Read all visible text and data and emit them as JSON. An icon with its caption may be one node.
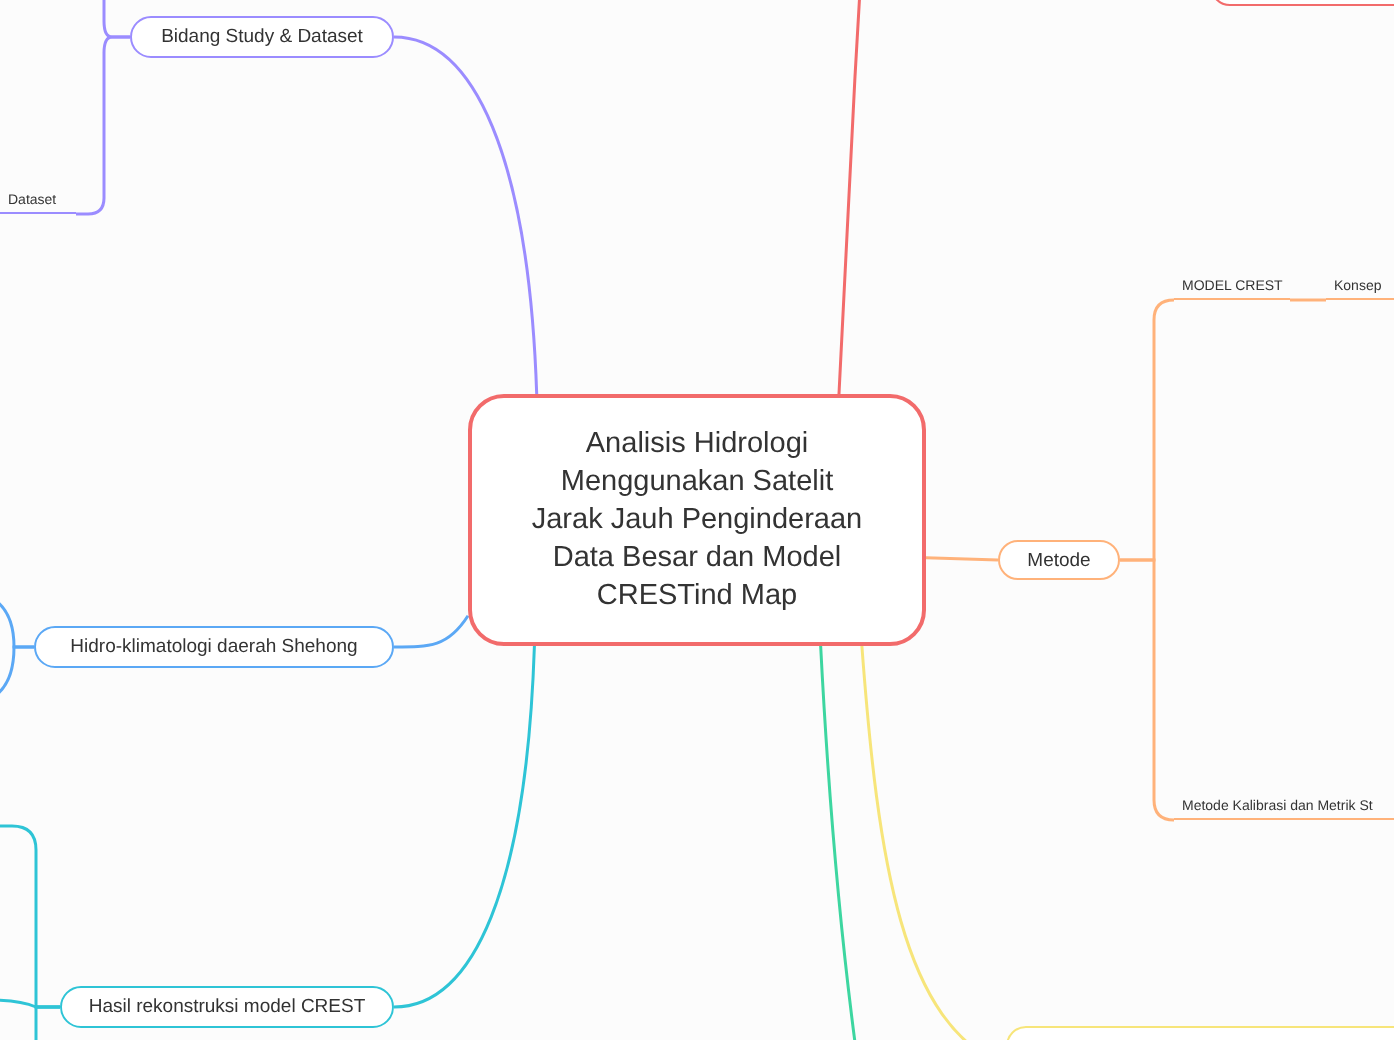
{
  "diagram": {
    "nodes": [
      {
        "text": [
          "Analisis Hidrologi Menggunakan Satelit Jarak Jauh Penginderaan Data Besar dan Model CRESTind Map"
        ]
      },
      {
        "text": [
          "Bidang Study & Dataset"
        ]
      },
      {
        "text": [
          "Dataset"
        ]
      },
      {
        "text": [
          "Hidro-klimatologi daerah Shehong"
        ]
      },
      {
        "text": [
          "Hasil rekonstruksi model CREST"
        ]
      },
      {
        "text": [
          "Metode"
        ]
      },
      {
        "text": [
          "MODEL CREST"
        ]
      },
      {
        "text": [
          "Konsep"
        ]
      },
      {
        "text": [
          "Metode Kalibrasi dan Metrik St"
        ]
      },
      {
        "text": [],
        "shape": "box"
      },
      {
        "text": [],
        "shape": "box"
      }
    ],
    "edges": [
      {
        "from": 0,
        "to": 1,
        "arrow": "none",
        "color": "#9b8cff"
      },
      {
        "from": 1,
        "to": 2,
        "arrow": "none",
        "color": "#9b8cff"
      },
      {
        "from": 0,
        "to": 3,
        "arrow": "none",
        "color": "#5ba8f5"
      },
      {
        "from": 0,
        "to": 4,
        "arrow": "none",
        "color": "#2ec4d6"
      },
      {
        "from": 0,
        "to": 5,
        "arrow": "none",
        "color": "#ffb27a"
      },
      {
        "from": 5,
        "to": 6,
        "arrow": "none",
        "color": "#ffb27a"
      },
      {
        "from": 5,
        "to": 8,
        "arrow": "none",
        "color": "#ffb27a"
      },
      {
        "from": 6,
        "to": 7,
        "arrow": "none",
        "color": "#ffb27a"
      },
      {
        "from": 0,
        "to": null,
        "arrow": "none",
        "color": "#f26b6b"
      },
      {
        "from": 0,
        "to": 10,
        "arrow": "none",
        "color": "#f7e57a"
      },
      {
        "from": 0,
        "to": null,
        "arrow": "none",
        "color": "#3dd6a0"
      },
      {
        "from": 1,
        "to": null,
        "arrow": "none",
        "color": "#9b8cff"
      },
      {
        "from": 3,
        "to": null,
        "arrow": "none",
        "color": "#5ba8f5"
      },
      {
        "from": 3,
        "to": null,
        "arrow": "none",
        "color": "#5ba8f5"
      },
      {
        "from": 4,
        "to": null,
        "arrow": "none",
        "color": "#2ec4d6"
      },
      {
        "from": 4,
        "to": null,
        "arrow": "none",
        "color": "#2ec4d6"
      },
      {
        "from": 4,
        "to": null,
        "arrow": "none",
        "color": "#2ec4d6"
      }
    ]
  }
}
